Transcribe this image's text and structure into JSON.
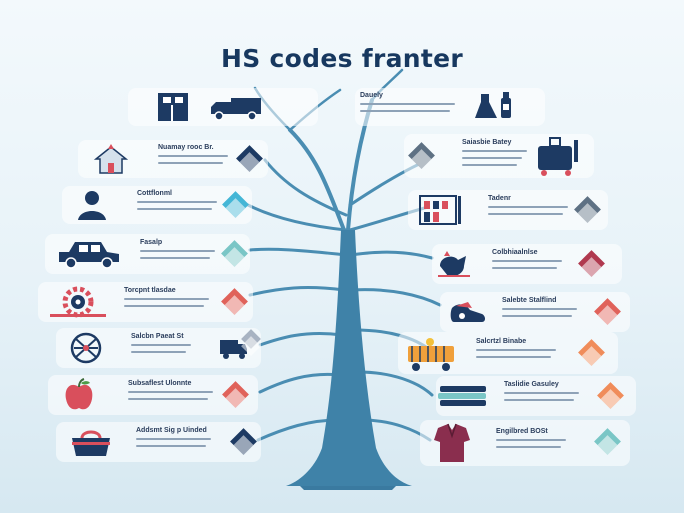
{
  "title": "HS codes franter",
  "colors": {
    "trunk": "#3f82a8",
    "title": "#17385f",
    "navy": "#1d3a63",
    "red": "#d94f5c",
    "teal": "#7ac6c6"
  },
  "cards": [
    {
      "id": "top-left",
      "label": "",
      "icon": "shipping-truck-icon"
    },
    {
      "id": "top-right",
      "label": "Dauely",
      "icon": "flask-bottle-icon"
    },
    {
      "id": "l1",
      "label": "Nuamay rooc Br.",
      "icon": "house-icon"
    },
    {
      "id": "r1",
      "label": "Saiasbie Batey",
      "icon": "luggage-icon"
    },
    {
      "id": "l2",
      "label": "Cottflonml",
      "icon": "person-icon"
    },
    {
      "id": "r2",
      "label": "Tadenr",
      "icon": "store-shelf-icon"
    },
    {
      "id": "l3",
      "label": "Fasalp",
      "icon": "car-icon"
    },
    {
      "id": "r3",
      "label": "Colbhiaalnlse",
      "icon": "rooster-icon"
    },
    {
      "id": "l4",
      "label": "Torcpnt tlasdae",
      "icon": "gear-icon"
    },
    {
      "id": "r4",
      "label": "Salebte Stalflind",
      "icon": "shoe-icon"
    },
    {
      "id": "l5",
      "label": "Salcbn Paeat St",
      "icon": "wheel-icon"
    },
    {
      "id": "r5",
      "label": "Salcrtzl Binabe",
      "icon": "fruit-cart-icon"
    },
    {
      "id": "l6",
      "label": "Subsaflest Ulonnte",
      "icon": "apple-icon"
    },
    {
      "id": "r6",
      "label": "Taslidie Gasuley",
      "icon": "textiles-icon"
    },
    {
      "id": "l7",
      "label": "Addsmt Sig p Uinded",
      "icon": "bag-icon"
    },
    {
      "id": "r7",
      "label": "Engilbred BOSt",
      "icon": "garment-icon"
    }
  ]
}
